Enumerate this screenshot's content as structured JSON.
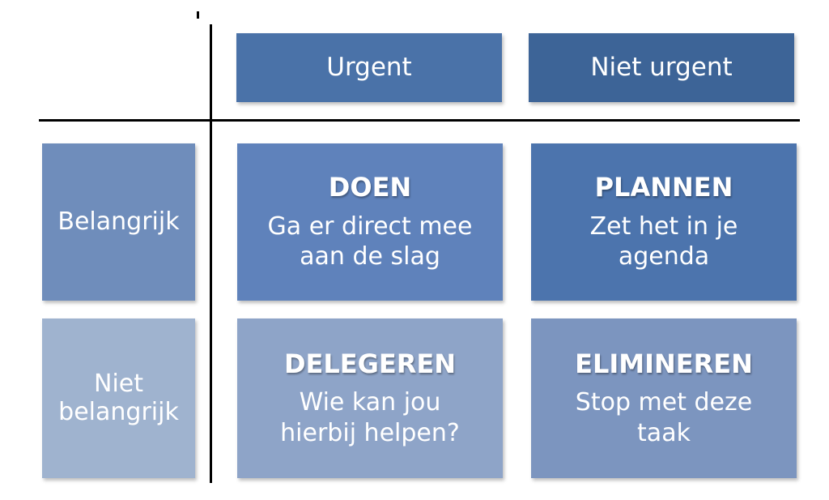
{
  "columns": {
    "urgent": "Urgent",
    "not_urgent": "Niet urgent"
  },
  "rows": {
    "important": "Belangrijk",
    "not_important": "Niet\nbelangrijk"
  },
  "quadrants": {
    "do": {
      "title": "DOEN",
      "text": "Ga er direct mee\naan de slag"
    },
    "plan": {
      "title": "PLANNEN",
      "text": "Zet het in je\nagenda"
    },
    "delegate": {
      "title": "DELEGEREN",
      "text": "Wie kan jou\nhierbij helpen?"
    },
    "eliminate": {
      "title": "ELIMINEREN",
      "text": "Stop met deze\ntaak"
    }
  },
  "colors": {
    "header_urgent": "#4a72a8",
    "header_not_urgent": "#3d6497",
    "row_important": "#6f8dbb",
    "row_not_important": "#9fb3cf",
    "do": "#5f82bb",
    "plan": "#4c74ad",
    "delegate": "#8ea4c8",
    "eliminate": "#7c95bf"
  }
}
